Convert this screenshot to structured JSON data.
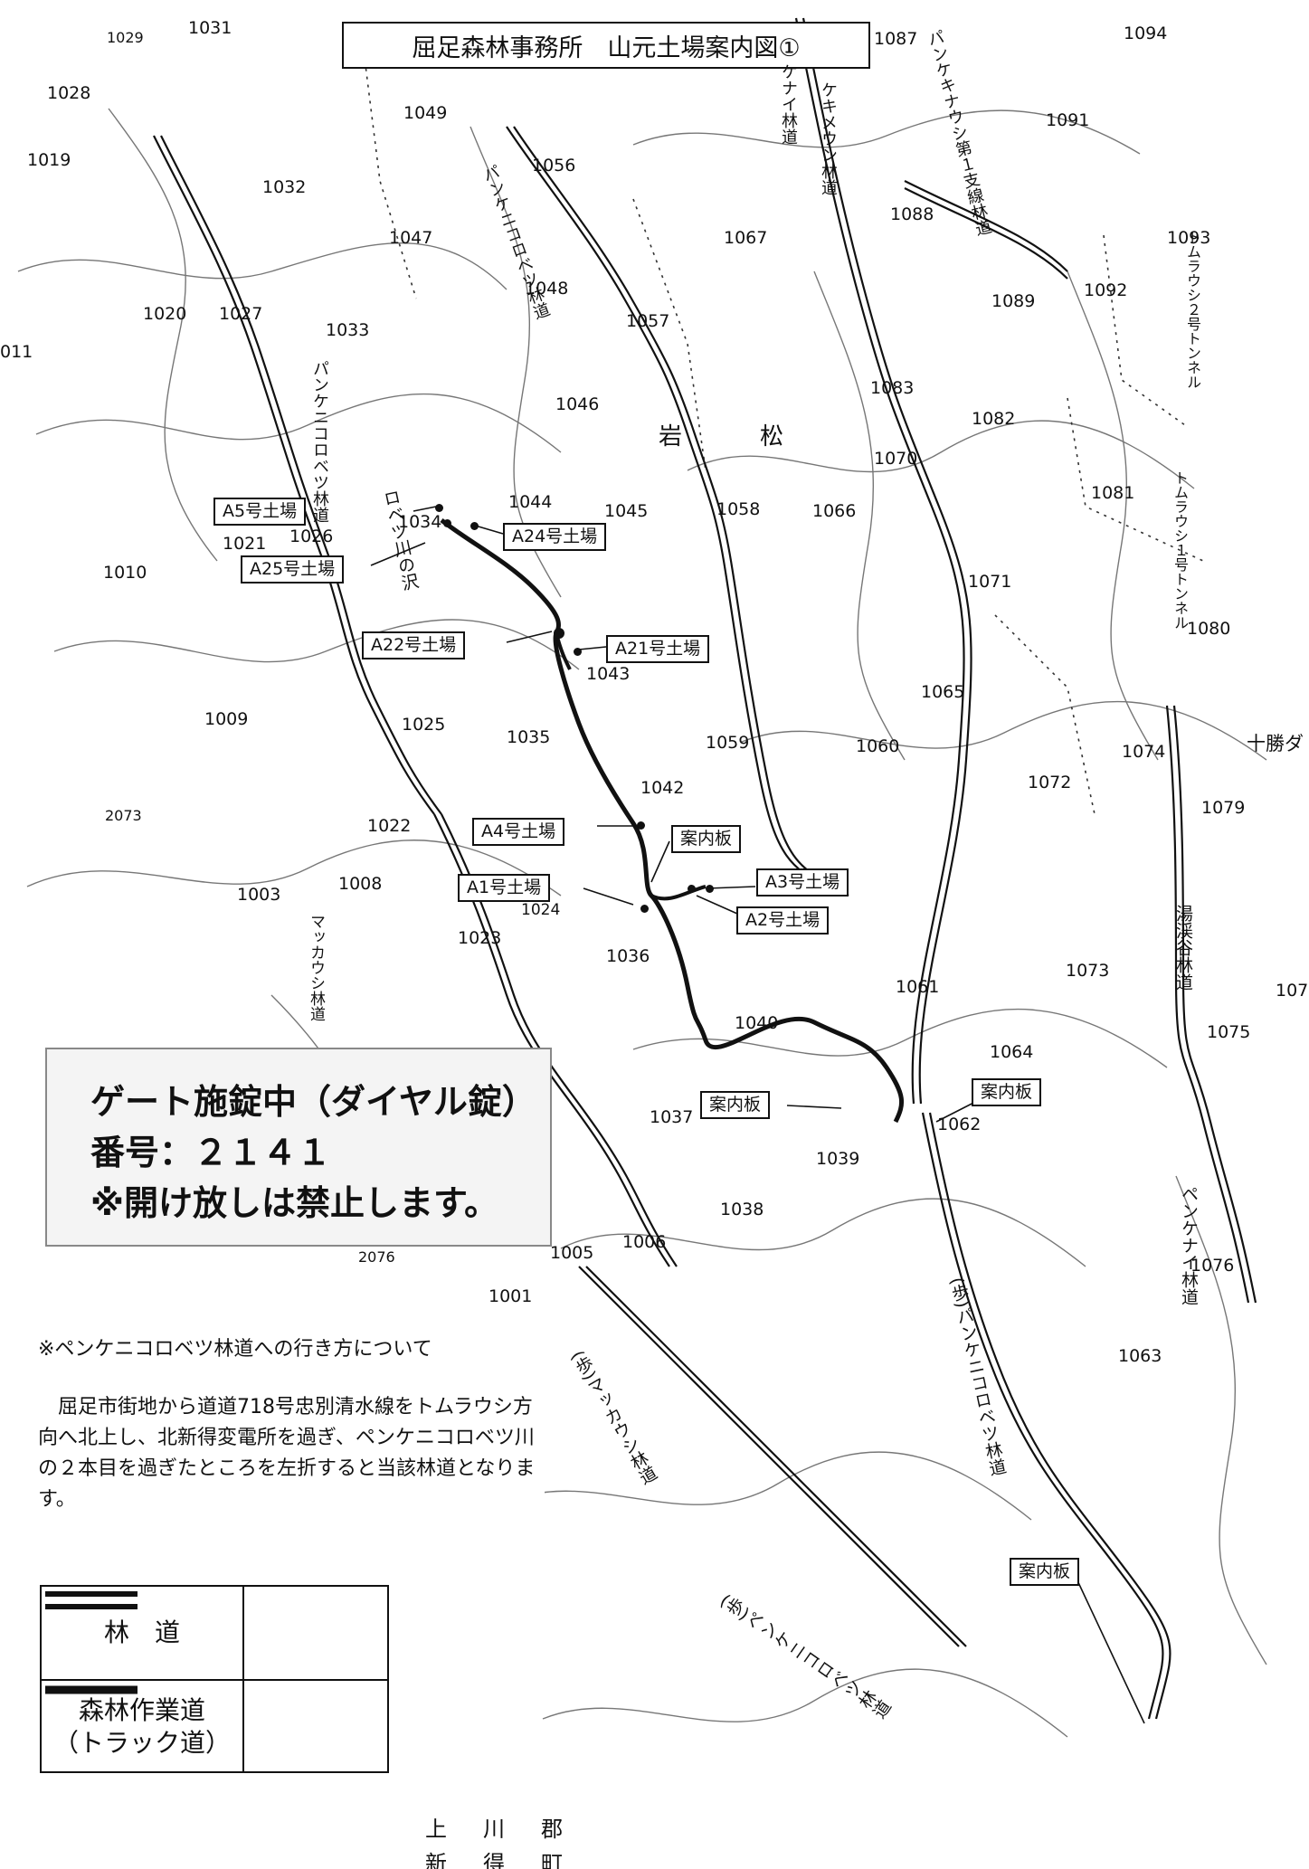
{
  "title": "屈足森林事務所　山元土場案内図①",
  "compartments": [
    "1029",
    "1031",
    "1028",
    "1019",
    "1032",
    "1020",
    "1027",
    "011",
    "1033",
    "1047",
    "1048",
    "1049",
    "1056",
    "1057",
    "1046",
    "1067",
    "1087",
    "1088",
    "1089",
    "1091",
    "1092",
    "1093",
    "1094",
    "1083",
    "1082",
    "1070",
    "1081",
    "1044",
    "1045",
    "1034",
    "1026",
    "1021",
    "1010",
    "1058",
    "1066",
    "1071",
    "1080",
    "1043",
    "1065",
    "1009",
    "1025",
    "1035",
    "1059",
    "1060",
    "1074",
    "1072",
    "1079",
    "1042",
    "2073",
    "1022",
    "1003",
    "1008",
    "1024",
    "1023",
    "1036",
    "1061",
    "1073",
    "107",
    "1040",
    "1064",
    "1075",
    "1037",
    "1039",
    "1062",
    "1038",
    "1006",
    "1005",
    "2076",
    "1001",
    "1076",
    "1063"
  ],
  "place_labels": {
    "iwamatsu_1": "岩",
    "iwamatsu_2": "松",
    "tokachi": "十勝ダ",
    "gun": "上　川　郡",
    "town": "新　得　町"
  },
  "road_labels": {
    "penke_nikoro_vertical": "パンケニコロベツ林道",
    "penke_upper": "パンケニコロベツ林道",
    "makkaushi": "マッカウシ林道",
    "kemeun": "ケキメウン林道",
    "kenai": "ケナイ林道",
    "panke_kina": "パンケキナウシ第１支線林道",
    "tomuraushi_2": "トムラウシ２号トンネル",
    "tomuraushi_1": "トムラウシ１号トンネル",
    "yugatani": "湯渓谷林道",
    "penke_nai": "ペンケナイ林道",
    "bekkan_penke": "(歩)パンケニコロベツ林道",
    "bekkan_makka": "(歩)マッカウシ林道",
    "sawa": "ロベツ川の沢",
    "penke_nai_lower": "(歩)ペンケニコロベツ林道"
  },
  "landings": {
    "a5": "A5号土場",
    "a24": "A24号土場",
    "a25": "A25号土場",
    "a22": "A22号土場",
    "a21": "A21号土場",
    "a4": "A4号土場",
    "a1": "A1号土場",
    "a3": "A3号土場",
    "a2": "A2号土場"
  },
  "signboards": {
    "s1": "案内板",
    "s2": "案内板",
    "s3": "案内板",
    "s4": "案内板"
  },
  "gate_notice": {
    "line1": "ゲート施錠中（ダイヤル錠）",
    "line2": "番号：２１４１",
    "line3": "※開け放しは禁止します。"
  },
  "directions": {
    "heading": "※ペンケニコロベツ林道への行き方について",
    "body": "屈足市街地から道道718号忠別清水線をトムラウシ方向へ北上し、北新得変電所を過ぎ、ペンケニコロベツ川の２本目を過ぎたところを左折すると当該林道となります。"
  },
  "legend": {
    "forest_road": "林　道",
    "work_road_1": "森林作業道",
    "work_road_2": "（トラック道）"
  }
}
